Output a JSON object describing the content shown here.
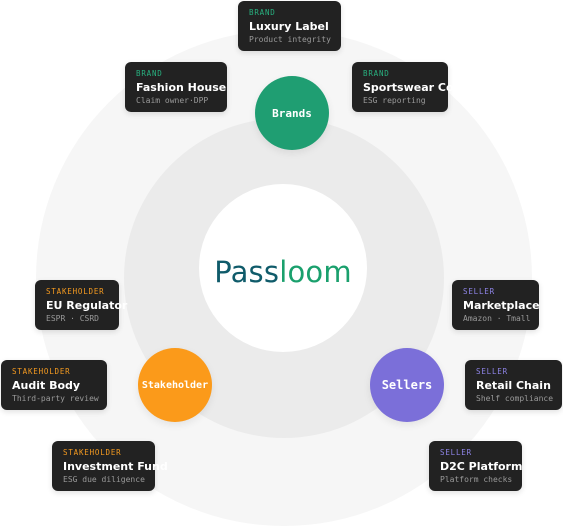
{
  "logo": {
    "part1": "Pass",
    "part2": "loom"
  },
  "hubs": {
    "brands": "Brands",
    "stakeholder": "Stakeholder",
    "sellers": "Sellers"
  },
  "colors": {
    "brand": "#1f9e72",
    "stakeholder": "#fb9a1a",
    "seller": "#7b6fd9",
    "card": "#222222",
    "logo_dark": "#0f5b6a",
    "logo_green": "#1aa06d"
  },
  "cards": {
    "luxury_label": {
      "tag": "BRAND",
      "name": "Luxury Label",
      "sub": "Product integrity"
    },
    "fashion_house": {
      "tag": "BRAND",
      "name": "Fashion House",
      "sub": "Claim owner·DPP"
    },
    "sportswear": {
      "tag": "BRAND",
      "name": "Sportswear Co.",
      "sub": "ESG reporting"
    },
    "eu_regulator": {
      "tag": "STAKEHOLDER",
      "name": "EU Regulator",
      "sub": "ESPR · CSRD"
    },
    "audit_body": {
      "tag": "STAKEHOLDER",
      "name": "Audit Body",
      "sub": "Third-party review"
    },
    "investment_fund": {
      "tag": "STAKEHOLDER",
      "name": "Investment Fund",
      "sub": "ESG due diligence"
    },
    "marketplace": {
      "tag": "SELLER",
      "name": "Marketplace",
      "sub": "Amazon · Tmall"
    },
    "retail_chain": {
      "tag": "SELLER",
      "name": "Retail Chain",
      "sub": "Shelf compliance"
    },
    "d2c_platform": {
      "tag": "SELLER",
      "name": "D2C Platform",
      "sub": "Platform checks"
    }
  }
}
